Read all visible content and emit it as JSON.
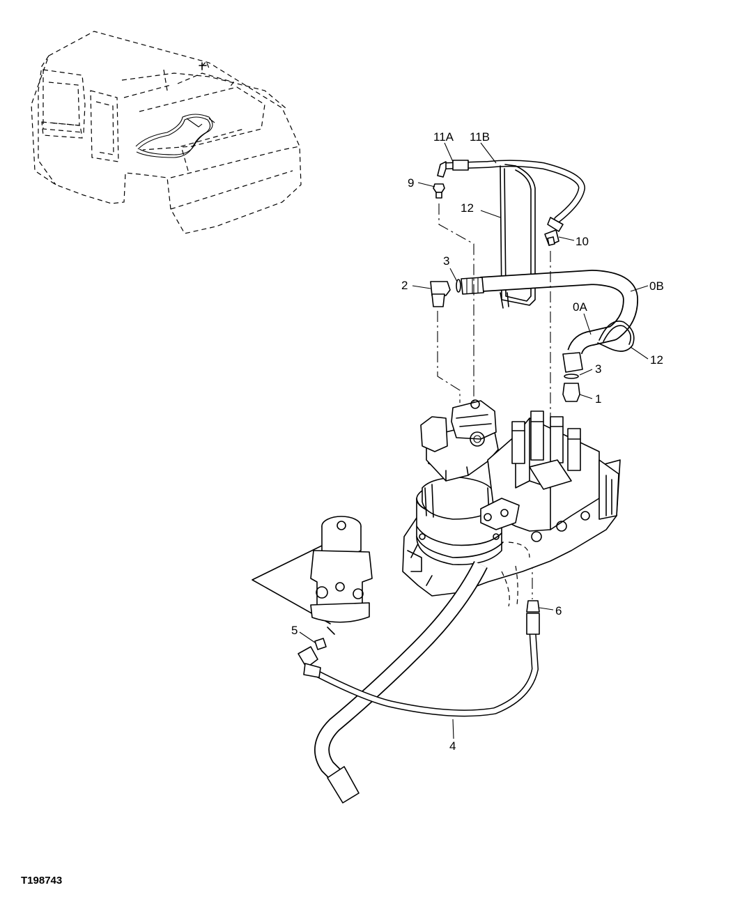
{
  "figure_id": "T198743",
  "callouts": {
    "c_11A": "11A",
    "c_11B": "11B",
    "c_9": "9",
    "c_12_top": "12",
    "c_10": "10",
    "c_3_top": "3",
    "c_2": "2",
    "c_0B": "0B",
    "c_0A": "0A",
    "c_12_right": "12",
    "c_3_right": "3",
    "c_1": "1",
    "c_6": "6",
    "c_5": "5",
    "c_4": "4"
  }
}
